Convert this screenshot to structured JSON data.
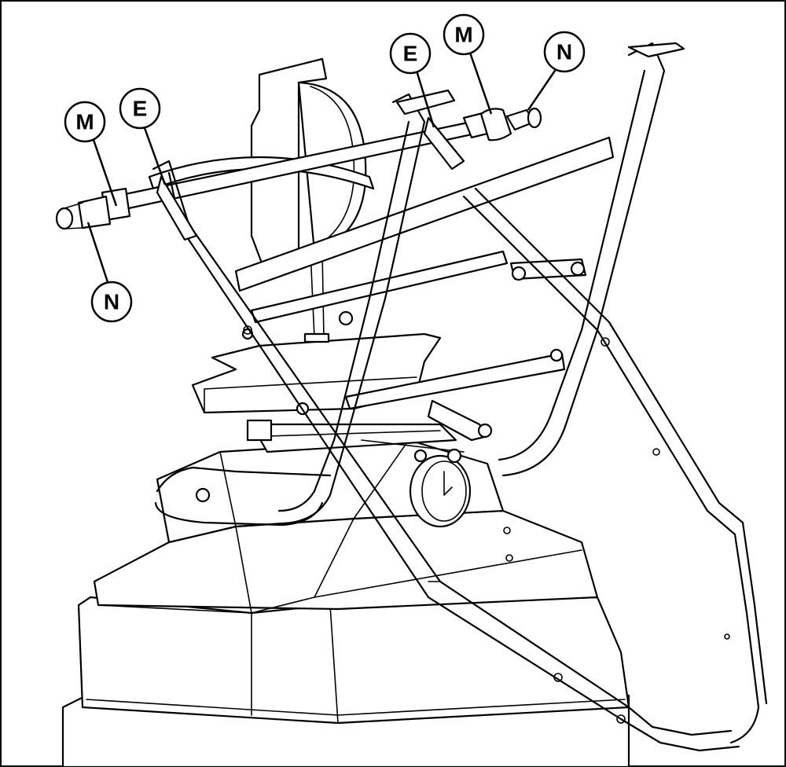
{
  "callouts": {
    "m_left": "M",
    "e_left": "E",
    "n_left": "N",
    "e_right": "E",
    "m_right": "M",
    "n_right": "N"
  }
}
